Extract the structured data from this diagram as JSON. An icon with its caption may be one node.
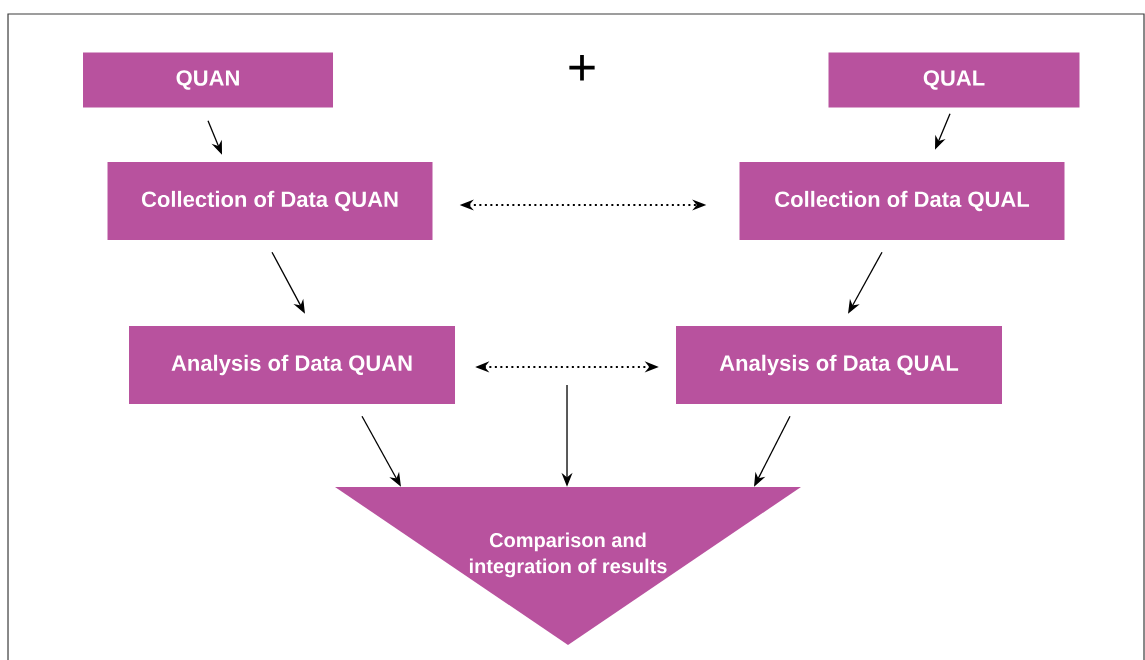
{
  "diagram": {
    "nodes": [
      {
        "text": [
          "QUAN"
        ]
      },
      {
        "text": [
          "QUAL"
        ]
      },
      {
        "text": [
          "Collection of Data QUAN"
        ]
      },
      {
        "text": [
          "Collection of Data QUAL"
        ]
      },
      {
        "text": [
          "Analysis of Data QUAN"
        ]
      },
      {
        "text": [
          "Analysis of Data QUAL"
        ]
      },
      {
        "text": [
          "Comparison and integration of results"
        ]
      }
    ],
    "edges": [
      {
        "from": 0,
        "to": 2,
        "arrow": "to"
      },
      {
        "from": 1,
        "to": 3,
        "arrow": "to"
      },
      {
        "from": 2,
        "to": 3,
        "arrow": "both",
        "style": "dashed"
      },
      {
        "from": 2,
        "to": 4,
        "arrow": "to"
      },
      {
        "from": 3,
        "to": 5,
        "arrow": "to"
      },
      {
        "from": 4,
        "to": 5,
        "arrow": "both",
        "style": "dashed"
      },
      {
        "from": 4,
        "to": 6,
        "arrow": "to"
      },
      {
        "from": null,
        "to": 6,
        "arrow": "to"
      },
      {
        "from": 5,
        "to": 6,
        "arrow": "to"
      }
    ],
    "labels": [
      "+"
    ]
  }
}
